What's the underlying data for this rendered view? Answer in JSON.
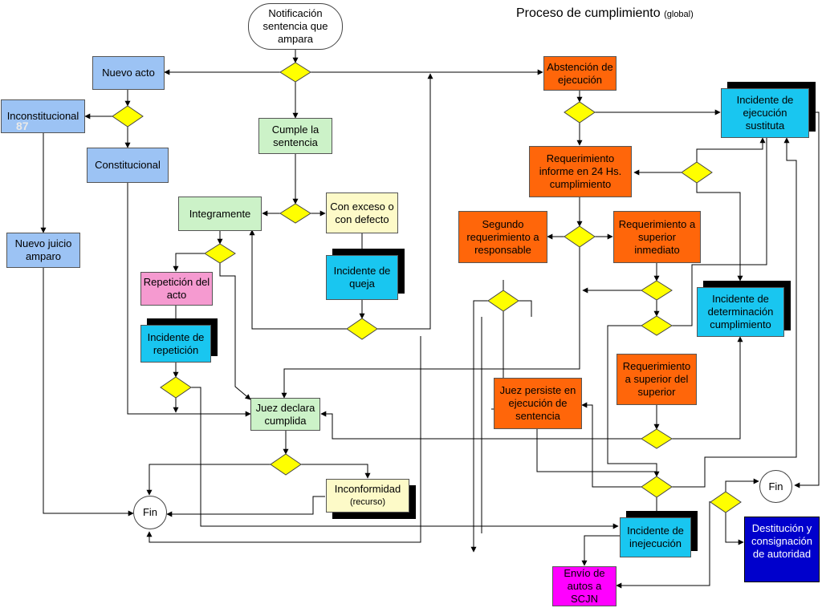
{
  "title": {
    "main": "Proceso de cumplimiento",
    "sub": "(global)"
  },
  "page_number": "87",
  "nodes": {
    "notificacion": "Notificación sentencia  que ampara",
    "nuevo_acto": "Nuevo acto",
    "inconstitucional": "Inconstitucional",
    "constitucional": "Constitucional",
    "nuevo_juicio": "Nuevo juicio amparo",
    "cumple": "Cumple la sentencia",
    "integramente": "Integramente",
    "exceso": "Con exceso o con defecto",
    "queja": "Incidente de queja",
    "repeticion_acto": "Repetición del acto",
    "incidente_repeticion": "Incidente de repetición",
    "juez_cumplida": "Juez declara cumplida",
    "inconformidad": "Inconformidad",
    "inconformidad_sub": "(recurso)",
    "fin_left": "Fin",
    "abstencion": "Abstención de ejecución",
    "ejecucion_sustituta": "Incidente de ejecución sustituta",
    "requerimiento_informe": "Requerimiento informe en 24 Hs. cumplimiento",
    "segundo_requerimiento": "Segundo requerimiento a responsable",
    "superior_inmediato": "Requerimiento a superior inmediato",
    "determinacion": "Incidente de determinación cumplimiento",
    "superior_del_superior": "Requerimiento a superior del superior",
    "juez_persiste": "Juez persiste en ejecución de sentencia",
    "fin_right": "Fin",
    "inejecucion": "Incidente de inejecución",
    "destitucion": "Destitución y consignación de autoridad",
    "envio_scjn": "Envío de autos a SCJN"
  },
  "colors": {
    "blue": "#9cc3f4",
    "green": "#ccf2c8",
    "light_yellow": "#fdfac8",
    "cyan": "#19c6f0",
    "orange": "#ff660a",
    "pink": "#f59ad0",
    "magenta": "#ff00ff",
    "navy": "#0000cc",
    "decision_yellow": "#ffff00"
  }
}
